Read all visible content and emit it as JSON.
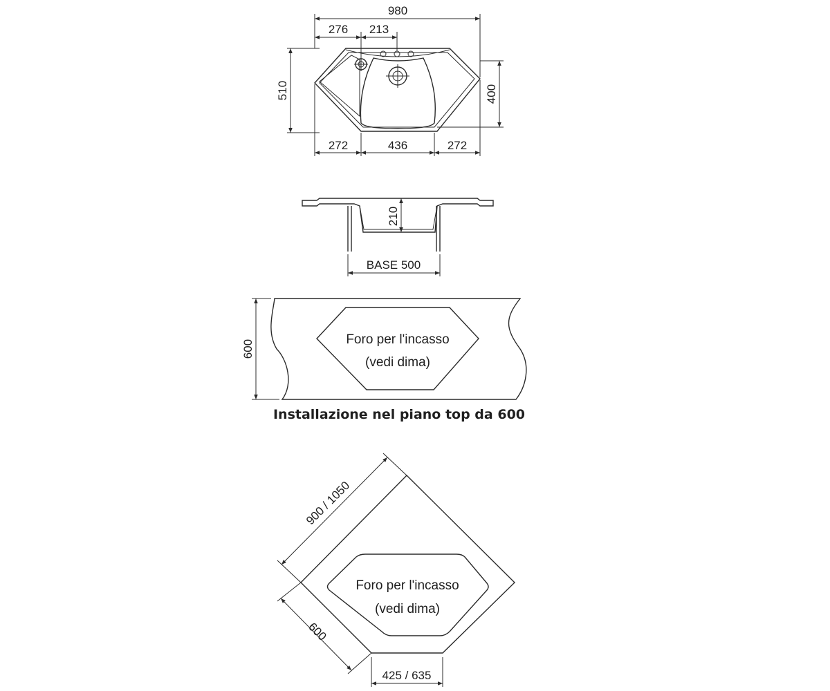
{
  "top_view": {
    "dims": {
      "overall_width": "980",
      "left_offset": "276",
      "tap_offset": "213",
      "depth": "510",
      "front_depth": "400",
      "bottom_left": "272",
      "bottom_center": "436",
      "bottom_right": "272"
    }
  },
  "section_view": {
    "bowl_depth": "210",
    "base": "BASE 500"
  },
  "straight_install": {
    "depth": "600",
    "hole_line1": "Foro per l'incasso",
    "hole_line2": "(vedi dima)",
    "caption": "Installazione nel piano top da 600"
  },
  "corner_install": {
    "diagonal": "900 / 1050",
    "side": "600",
    "front": "425 / 635",
    "hole_line1": "Foro per l'incasso",
    "hole_line2": "(vedi dima)"
  }
}
